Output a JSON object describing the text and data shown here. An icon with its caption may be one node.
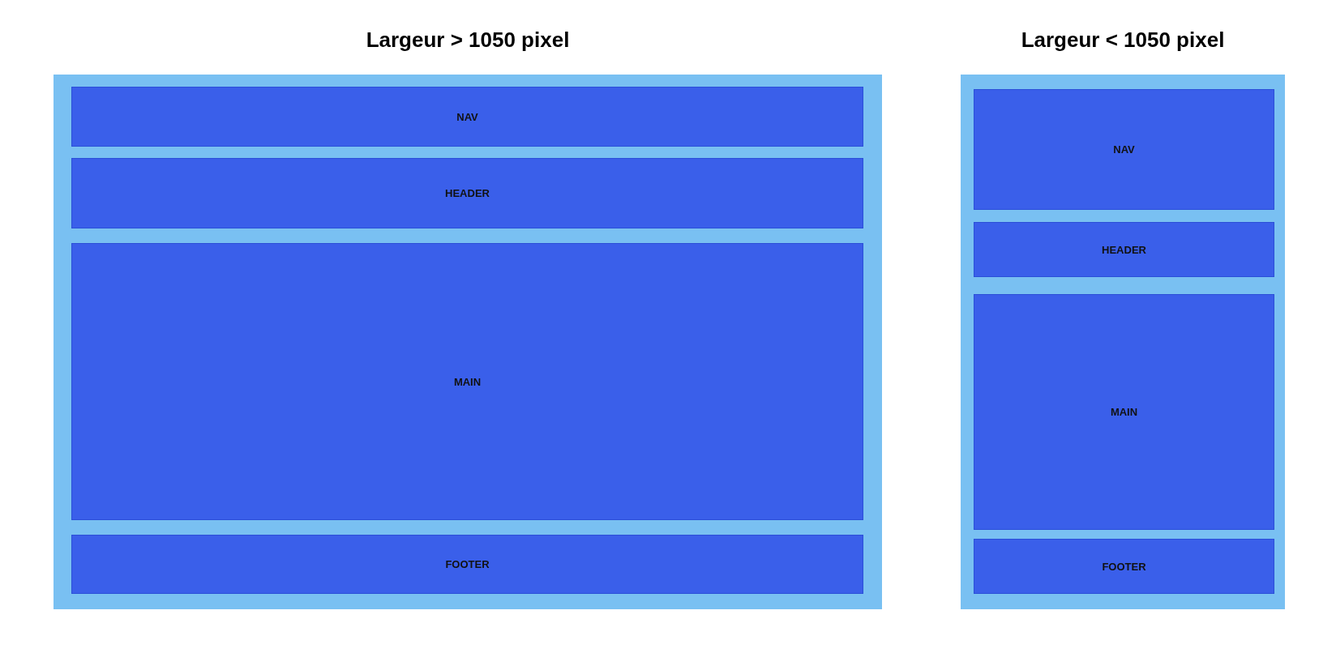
{
  "diagram": {
    "nodes": [
      {
        "text": [
          "Largeur > 1050 pixel"
        ]
      },
      {
        "text": [
          "NAV"
        ],
        "in": 0
      },
      {
        "text": [
          "HEADER"
        ],
        "in": 0
      },
      {
        "text": [
          "MAIN"
        ],
        "in": 0
      },
      {
        "text": [
          "FOOTER"
        ],
        "in": 0
      },
      {
        "text": [
          "Largeur < 1050 pixel"
        ]
      },
      {
        "text": [
          "NAV"
        ],
        "in": 5
      },
      {
        "text": [
          "HEADER"
        ],
        "in": 5
      },
      {
        "text": [
          "MAIN"
        ],
        "in": 5
      },
      {
        "text": [
          "FOOTER"
        ],
        "in": 5
      }
    ]
  }
}
